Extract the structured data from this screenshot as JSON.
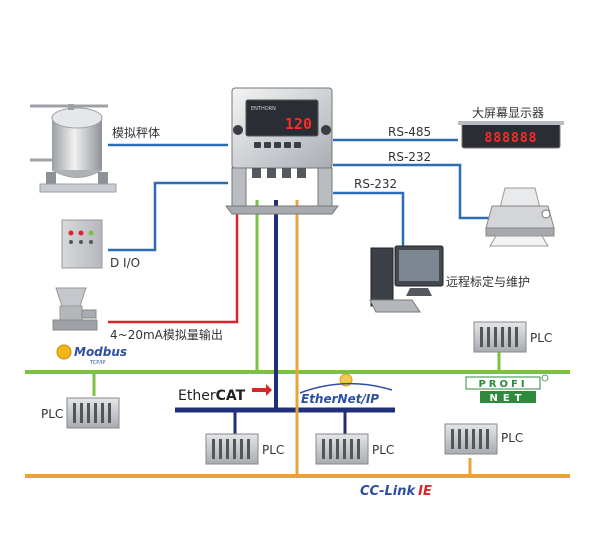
{
  "indicator": {
    "display_value": "120",
    "brand": "ENTHORN"
  },
  "labels": {
    "analog_scale": "模拟秤体",
    "dio": "D I/O",
    "analog_out": "4~20mA模拟量输出",
    "rs485": "RS-485",
    "rs232_top": "RS-232",
    "rs232_mid": "RS-232",
    "big_display": "大屏幕显示器",
    "big_display_value": "888888",
    "remote": "远程标定与维护"
  },
  "plc_labels": {
    "left": "PLC",
    "ethercat": "PLC",
    "ethernetip": "PLC",
    "profinet": "PLC",
    "profinet_top": "PLC"
  },
  "buses": {
    "modbus": "Modbus",
    "modbus_sub": "TCP/IP",
    "ethercat_a": "Ether",
    "ethercat_b": "CAT",
    "ethernetip": "EtherNet/IP",
    "profinet_a": "PROFI",
    "profinet_b": "NET",
    "cclink_a": "CC-Link",
    "cclink_b": "IE"
  },
  "colors": {
    "green_bus": "#7cc242",
    "orange_bus": "#e9a33b",
    "navy_bus": "#1f2f7a",
    "blue_line": "#2e6db5",
    "red_line": "#d9262b",
    "display_red": "#ff2a2a"
  }
}
